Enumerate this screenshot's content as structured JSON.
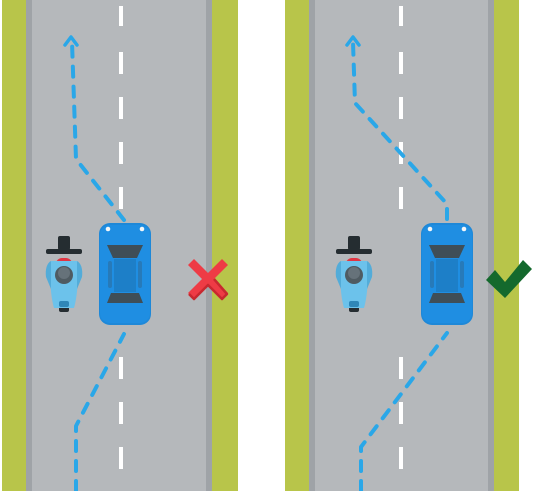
{
  "scenes": [
    {
      "id": "incorrect",
      "verdict_icon": "cross-icon",
      "verdict_color": "#ee3b45",
      "path_style": "blue dashed arrow",
      "car_color": "#1e88d8",
      "road_color": "#b5b8bb",
      "verge_color": "#b8c54a"
    },
    {
      "id": "correct",
      "verdict_icon": "check-icon",
      "verdict_color": "#14692d",
      "path_style": "blue dashed arrow",
      "car_color": "#1e88d8",
      "road_color": "#b5b8bb",
      "verge_color": "#b8c54a"
    }
  ],
  "colors": {
    "road": "#b5b8bb",
    "road_edge": "#9fa3a7",
    "verge": "#b8c54a",
    "lane_marking": "#ffffff",
    "path": "#2aa7e8",
    "car_body": "#1e88d8",
    "car_dark": "#3f4e57",
    "motorcycle_red": "#e13442",
    "rider_blue": "#6cc2eb",
    "rider_helmet": "#4f5b62",
    "cross": "#ee3b45",
    "check": "#14692d"
  }
}
